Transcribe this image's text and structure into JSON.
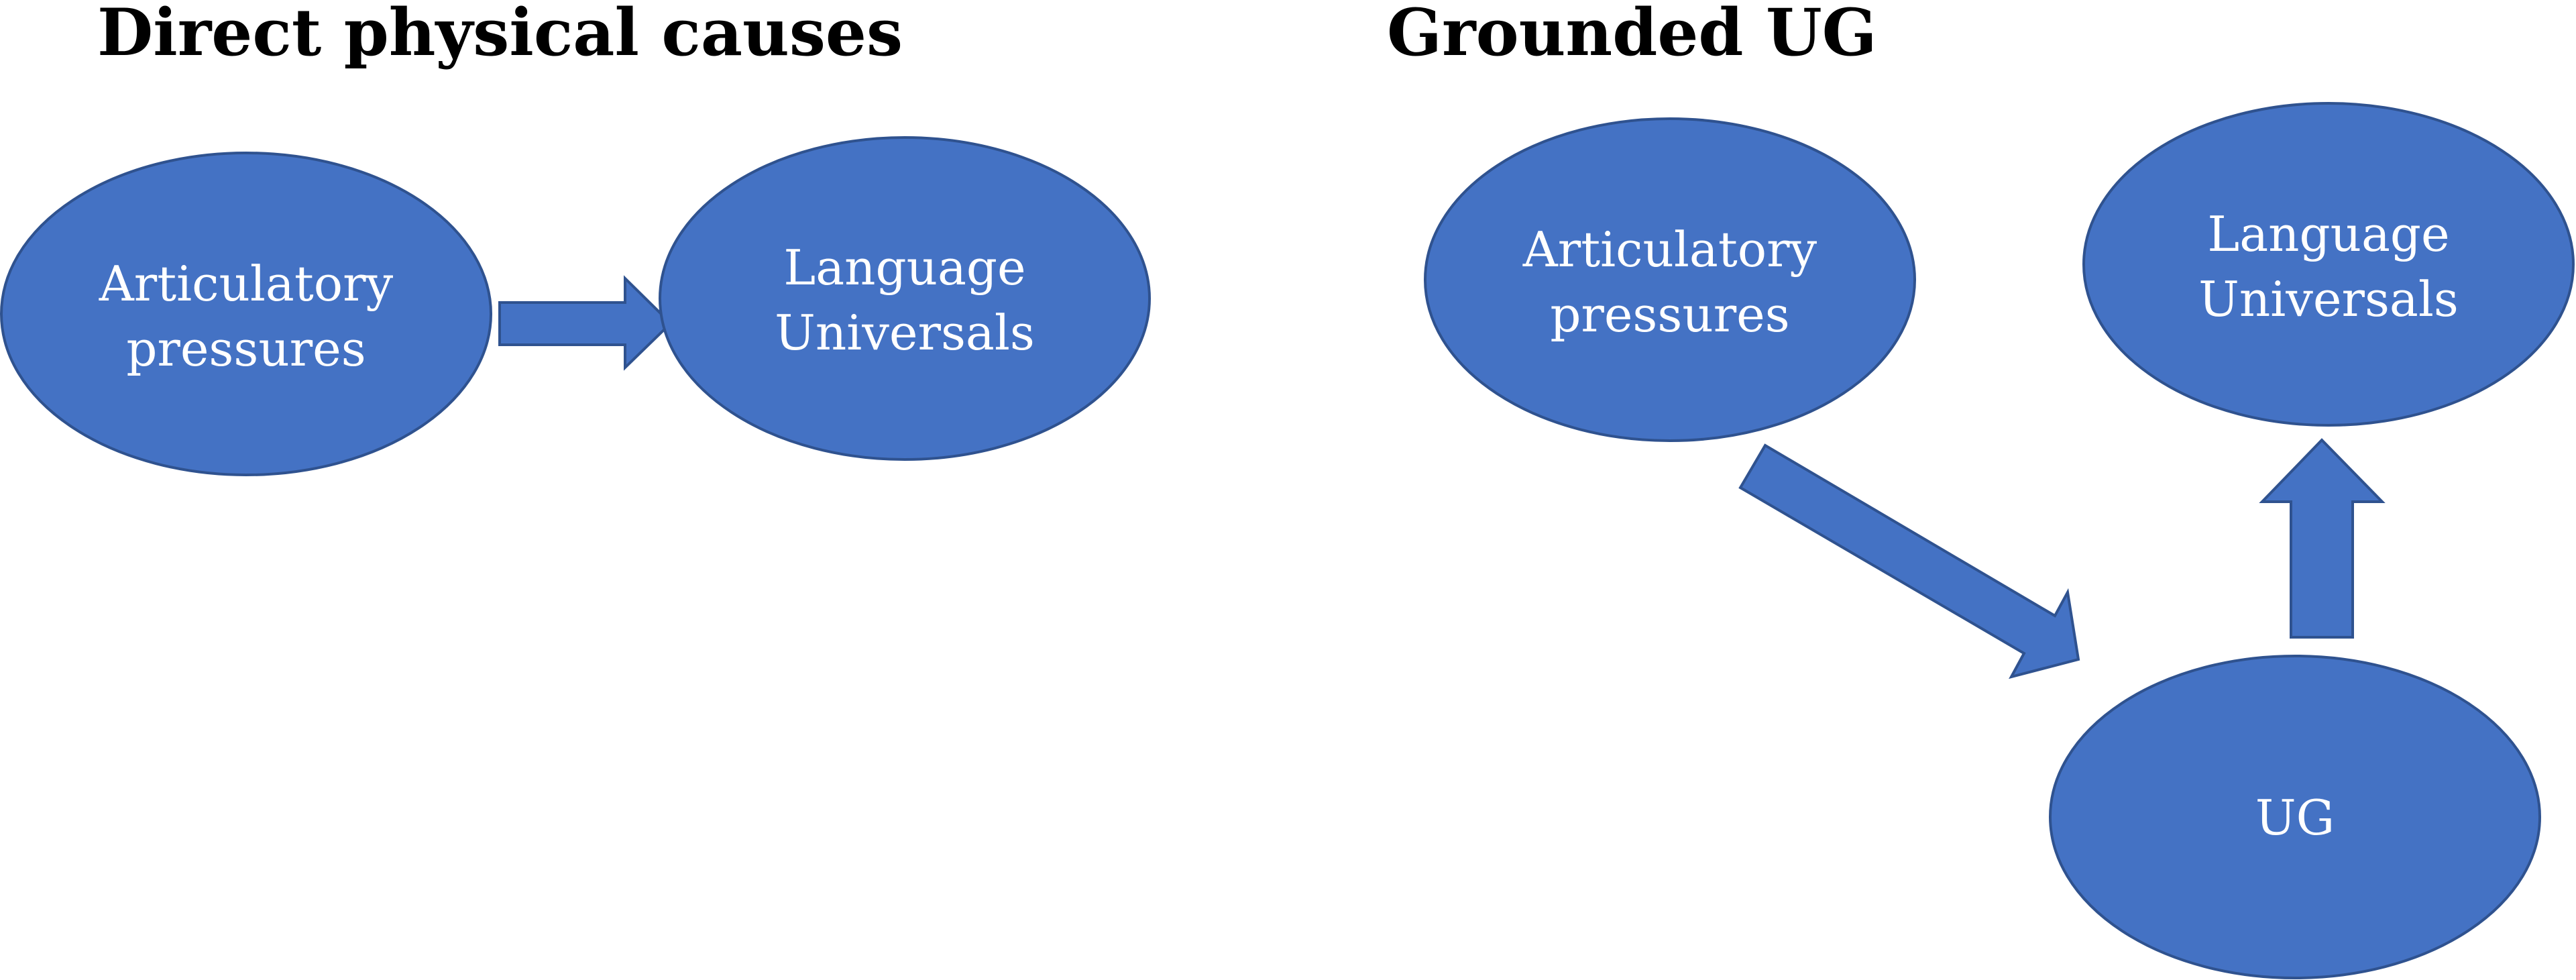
{
  "colors": {
    "node_fill": "#4472c4",
    "node_stroke": "#2f528f",
    "label_text": "#ffffff",
    "title_text": "#000000"
  },
  "panels": [
    {
      "id": "direct",
      "title": "Direct physical causes",
      "nodes": [
        {
          "id": "articulatory",
          "lines": [
            "Articulatory",
            "pressures"
          ]
        },
        {
          "id": "universals",
          "lines": [
            "Language",
            "Universals"
          ]
        }
      ],
      "edges": [
        {
          "from": "articulatory",
          "to": "universals"
        }
      ]
    },
    {
      "id": "grounded",
      "title": "Grounded UG",
      "nodes": [
        {
          "id": "articulatory",
          "lines": [
            "Articulatory",
            "pressures"
          ]
        },
        {
          "id": "universals",
          "lines": [
            "Language",
            "Universals"
          ]
        },
        {
          "id": "ug",
          "lines": [
            "UG"
          ]
        }
      ],
      "edges": [
        {
          "from": "articulatory",
          "to": "ug"
        },
        {
          "from": "ug",
          "to": "universals"
        }
      ]
    }
  ]
}
